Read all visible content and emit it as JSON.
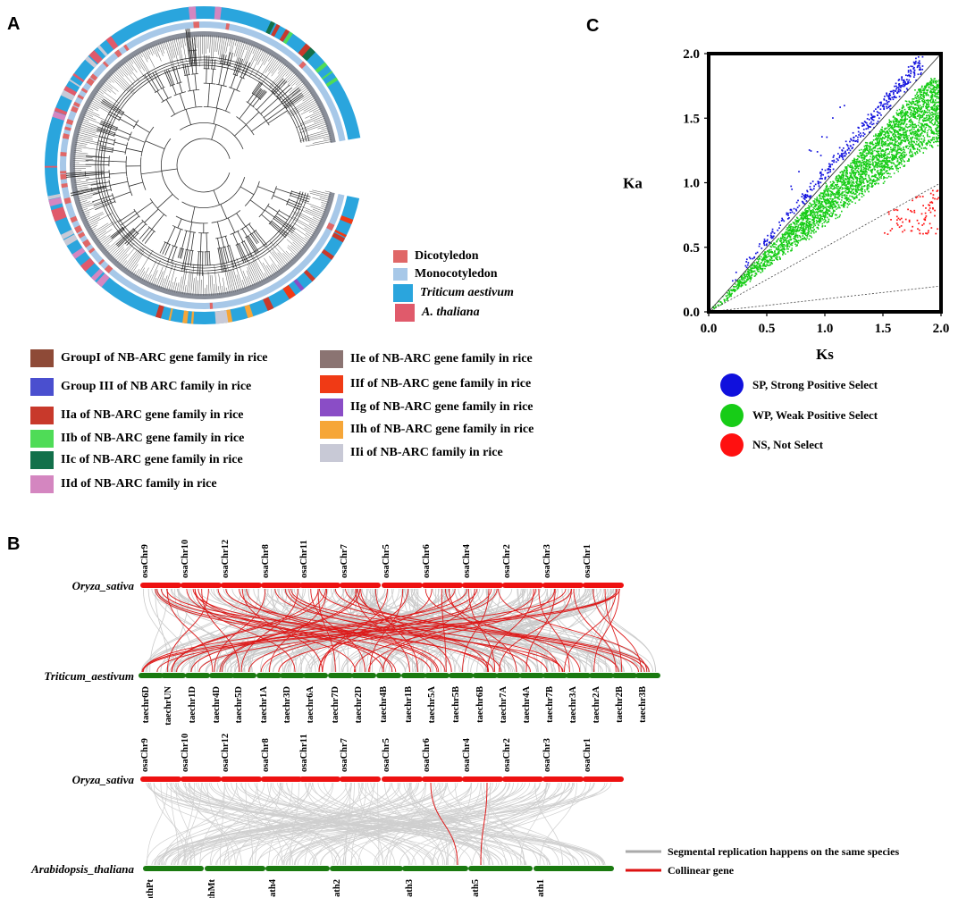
{
  "panels": {
    "a": "A",
    "b": "B",
    "c": "C"
  },
  "tree_legend": [
    {
      "label": "Dicotyledon",
      "color": "#e06767",
      "italic": false
    },
    {
      "label": "Monocotyledon",
      "color": "#a7c8e8",
      "italic": false
    },
    {
      "label": "Triticum aestivum",
      "color": "#2aa5dd",
      "italic": true
    },
    {
      "label": "A. thaliana",
      "color": "#e05a6b",
      "italic": true
    }
  ],
  "group_legend_left": [
    {
      "label": "GroupI of NB-ARC gene family in rice",
      "color": "#8e4a37"
    },
    {
      "label": "Group III of NB ARC family in rice",
      "color": "#4a4fcf"
    },
    {
      "label": "IIa of NB-ARC gene family in rice",
      "color": "#c8392b"
    },
    {
      "label": "IIb of NB-ARC gene family in rice",
      "color": "#4fdc57"
    },
    {
      "label": "IIc of NB-ARC gene family in rice",
      "color": "#12704a"
    },
    {
      "label": "IId of NB-ARC family in rice",
      "color": "#d486c0"
    }
  ],
  "group_legend_right": [
    {
      "label": "IIe of NB-ARC gene family in rice",
      "color": "#8b7472"
    },
    {
      "label": "IIf of NB-ARC gene family in rice",
      "color": "#f03a15"
    },
    {
      "label": "IIg of NB-ARC gene family in rice",
      "color": "#8a4dc6"
    },
    {
      "label": "IIh of NB-ARC gene family in rice",
      "color": "#f6a638"
    },
    {
      "label": "IIi of NB-ARC family in rice",
      "color": "#c8c9d6"
    }
  ],
  "synteny": {
    "species_osa": "Oryza_sativa",
    "species_ta": "Triticum_aestivum",
    "species_at": "Arabidopsis_thaliana",
    "osa_chromosomes": [
      "osaChr9",
      "osaChr10",
      "osaChr12",
      "osaChr8",
      "osaChr11",
      "osaChr7",
      "osaChr5",
      "osaChr6",
      "osaChr4",
      "osaChr2",
      "osaChr3",
      "osaChr1"
    ],
    "ta_chromosomes": [
      "taechr6D",
      "taechrUN",
      "taechr1D",
      "taechr4D",
      "taechr5D",
      "taechr1A",
      "taechr3D",
      "taechr6A",
      "taechr7D",
      "taechr2D",
      "taechr4B",
      "taechr1B",
      "taechr5A",
      "taechr5B",
      "taechr6B",
      "taechr7A",
      "taechr4A",
      "taechr7B",
      "taechr3A",
      "taechr2A",
      "taechr2B",
      "taechr3B"
    ],
    "ath_chromosomes": [
      "athPt",
      "athMt",
      "ath4",
      "ath2",
      "ath3",
      "ath5",
      "ath1"
    ],
    "legend_gray": "Segmental replication happens on the same species",
    "legend_red": "Collinear gene",
    "color_osa": "#ee1111",
    "color_green": "#1a7a10",
    "color_gray_link": "#c4c4c4",
    "color_red_link": "#dd1a1a"
  },
  "chart_data": {
    "type": "scatter",
    "xlabel": "Ks",
    "ylabel": "Ka",
    "xlim": [
      0.0,
      2.0
    ],
    "ylim": [
      0.0,
      2.0
    ],
    "xticks": [
      "0.0",
      "0.5",
      "1.0",
      "1.5",
      "2.0"
    ],
    "yticks": [
      "0.0",
      "0.5",
      "1.0",
      "1.5",
      "2.0"
    ],
    "reference_lines": [
      {
        "slope": 1.0
      },
      {
        "slope": 0.5
      },
      {
        "slope": 0.1
      }
    ],
    "series": [
      {
        "name": "SP, Strong Positive Select",
        "color": "#1010dd",
        "ka_ks": "above 1.0"
      },
      {
        "name": "WP, Weak Positive Select",
        "color": "#17cc17",
        "ka_ks": "0.5 to 1.0"
      },
      {
        "name": "NS, Not Select",
        "color": "#ff1010",
        "ka_ks": "below 0.5"
      }
    ]
  }
}
